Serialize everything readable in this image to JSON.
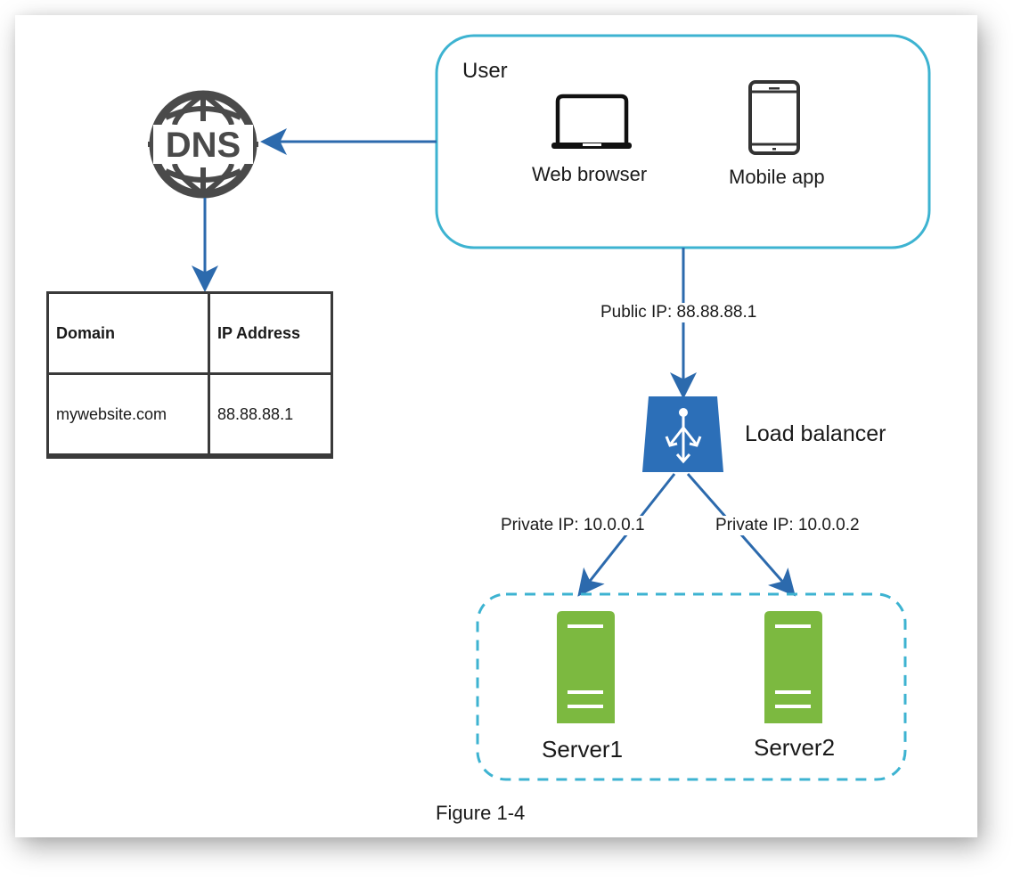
{
  "figure": {
    "caption": "Figure 1-4"
  },
  "user_box": {
    "title": "User",
    "clients": [
      {
        "icon": "laptop-icon",
        "label": "Web browser"
      },
      {
        "icon": "mobile-phone-icon",
        "label": "Mobile app"
      }
    ],
    "border_color": "#3db3d1"
  },
  "dns": {
    "icon": "dns-globe-icon",
    "icon_text": "DNS",
    "icon_color": "#4a4a4a"
  },
  "dns_table": {
    "headers": [
      "Domain",
      "IP Address"
    ],
    "rows": [
      [
        "mywebsite.com",
        "88.88.88.1"
      ]
    ]
  },
  "connections": {
    "user_to_lb_label": "Public IP: 88.88.88.1",
    "lb_to_server1_label": "Private IP: 10.0.0.1",
    "lb_to_server2_label": "Private IP: 10.0.0.2",
    "arrow_color": "#2c6aad"
  },
  "load_balancer": {
    "icon": "load-balancer-icon",
    "label": "Load balancer",
    "color": "#2c6fb8"
  },
  "servers": {
    "group_border_color": "#3db3d1",
    "items": [
      {
        "icon": "server-icon",
        "label": "Server1"
      },
      {
        "icon": "server-icon",
        "label": "Server2"
      }
    ],
    "color": "#7cb940"
  }
}
